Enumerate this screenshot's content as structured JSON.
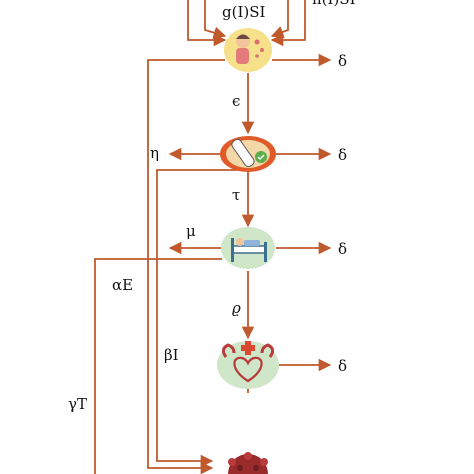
{
  "labels": {
    "top_left_rate": "g(I)SI",
    "top_right_rate": "h(I)SI",
    "delta_1": "δ",
    "delta_2": "δ",
    "delta_3": "δ",
    "delta_4": "δ",
    "epsilon": "ϵ",
    "eta": "η",
    "tau": "τ",
    "mu": "μ",
    "alpha_e": "αE",
    "rho": "ϱ",
    "beta_i": "βI",
    "gamma_t": "γT"
  },
  "colors": {
    "arrow": "#c05a2c",
    "node_fill": "#f7e08a",
    "node_red": "#e05a2a",
    "node_green": "#cfe6c9"
  },
  "nodes": [
    "exposed-person-icon",
    "test-tube-icon",
    "hospital-bed-icon",
    "recovered-heart-icon",
    "virus-icon"
  ]
}
